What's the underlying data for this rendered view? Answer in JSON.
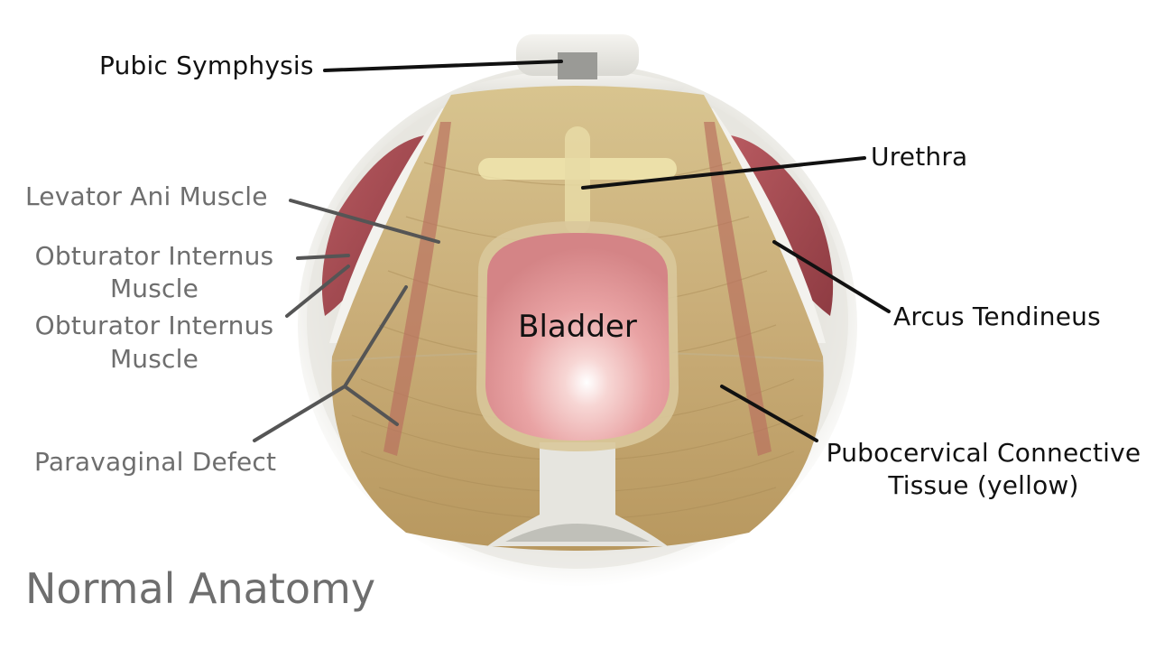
{
  "title": "Normal Anatomy",
  "organ_label": "Bladder",
  "labels": {
    "pubic_symphysis": "Pubic Symphysis",
    "urethra": "Urethra",
    "levator_ani": "Levator Ani Muscle",
    "obturator_1_line1": "Obturator Internus",
    "obturator_1_line2": "Muscle",
    "obturator_2_line1": "Obturator Internus",
    "obturator_2_line2": "Muscle",
    "arcus_tendineus": "Arcus Tendineus",
    "paravaginal_defect": "Paravaginal Defect",
    "pubocervical_line1": "Pubocervical Connective",
    "pubocervical_line2": "Tissue (yellow)"
  },
  "colors": {
    "muscle_red": "#a8484e",
    "tissue_yellow": "#cdb27a",
    "bladder_pink": "#e79a9c",
    "bone_white": "#ecebe6",
    "label_dark": "#111111",
    "label_gray": "#6e6e6e"
  }
}
